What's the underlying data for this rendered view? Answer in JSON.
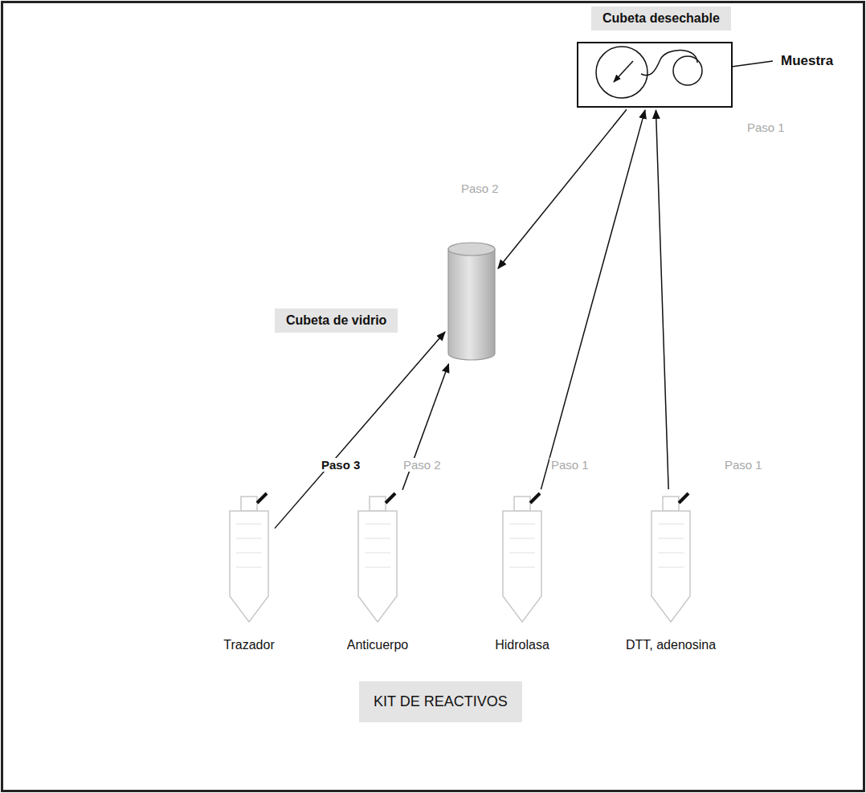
{
  "diagram": {
    "nodes": [
      {
        "text": [
          "Cubeta desechable"
        ]
      },
      {
        "text": [
          "Cubeta de vidrio"
        ]
      },
      {
        "text": [
          "Trazador"
        ]
      },
      {
        "text": [
          "Anticuerpo"
        ]
      },
      {
        "text": [
          "Hidrolasa"
        ]
      },
      {
        "text": [
          "DTT, adenosina"
        ]
      }
    ],
    "edges": [
      {
        "from": 0,
        "to": 1,
        "arrow": "to",
        "label": "Paso 2"
      },
      {
        "from": 2,
        "to": 1,
        "arrow": "to",
        "label": "Paso 3"
      },
      {
        "from": 3,
        "to": 1,
        "arrow": "to",
        "label": "Paso 2"
      },
      {
        "from": 4,
        "to": 0,
        "arrow": "to",
        "label": "Paso 1"
      },
      {
        "from": 5,
        "to": 0,
        "arrow": "to",
        "label": "Paso 1"
      }
    ],
    "labels": [
      "Muestra",
      "Paso 1",
      "KIT DE REACTIVOS"
    ]
  }
}
